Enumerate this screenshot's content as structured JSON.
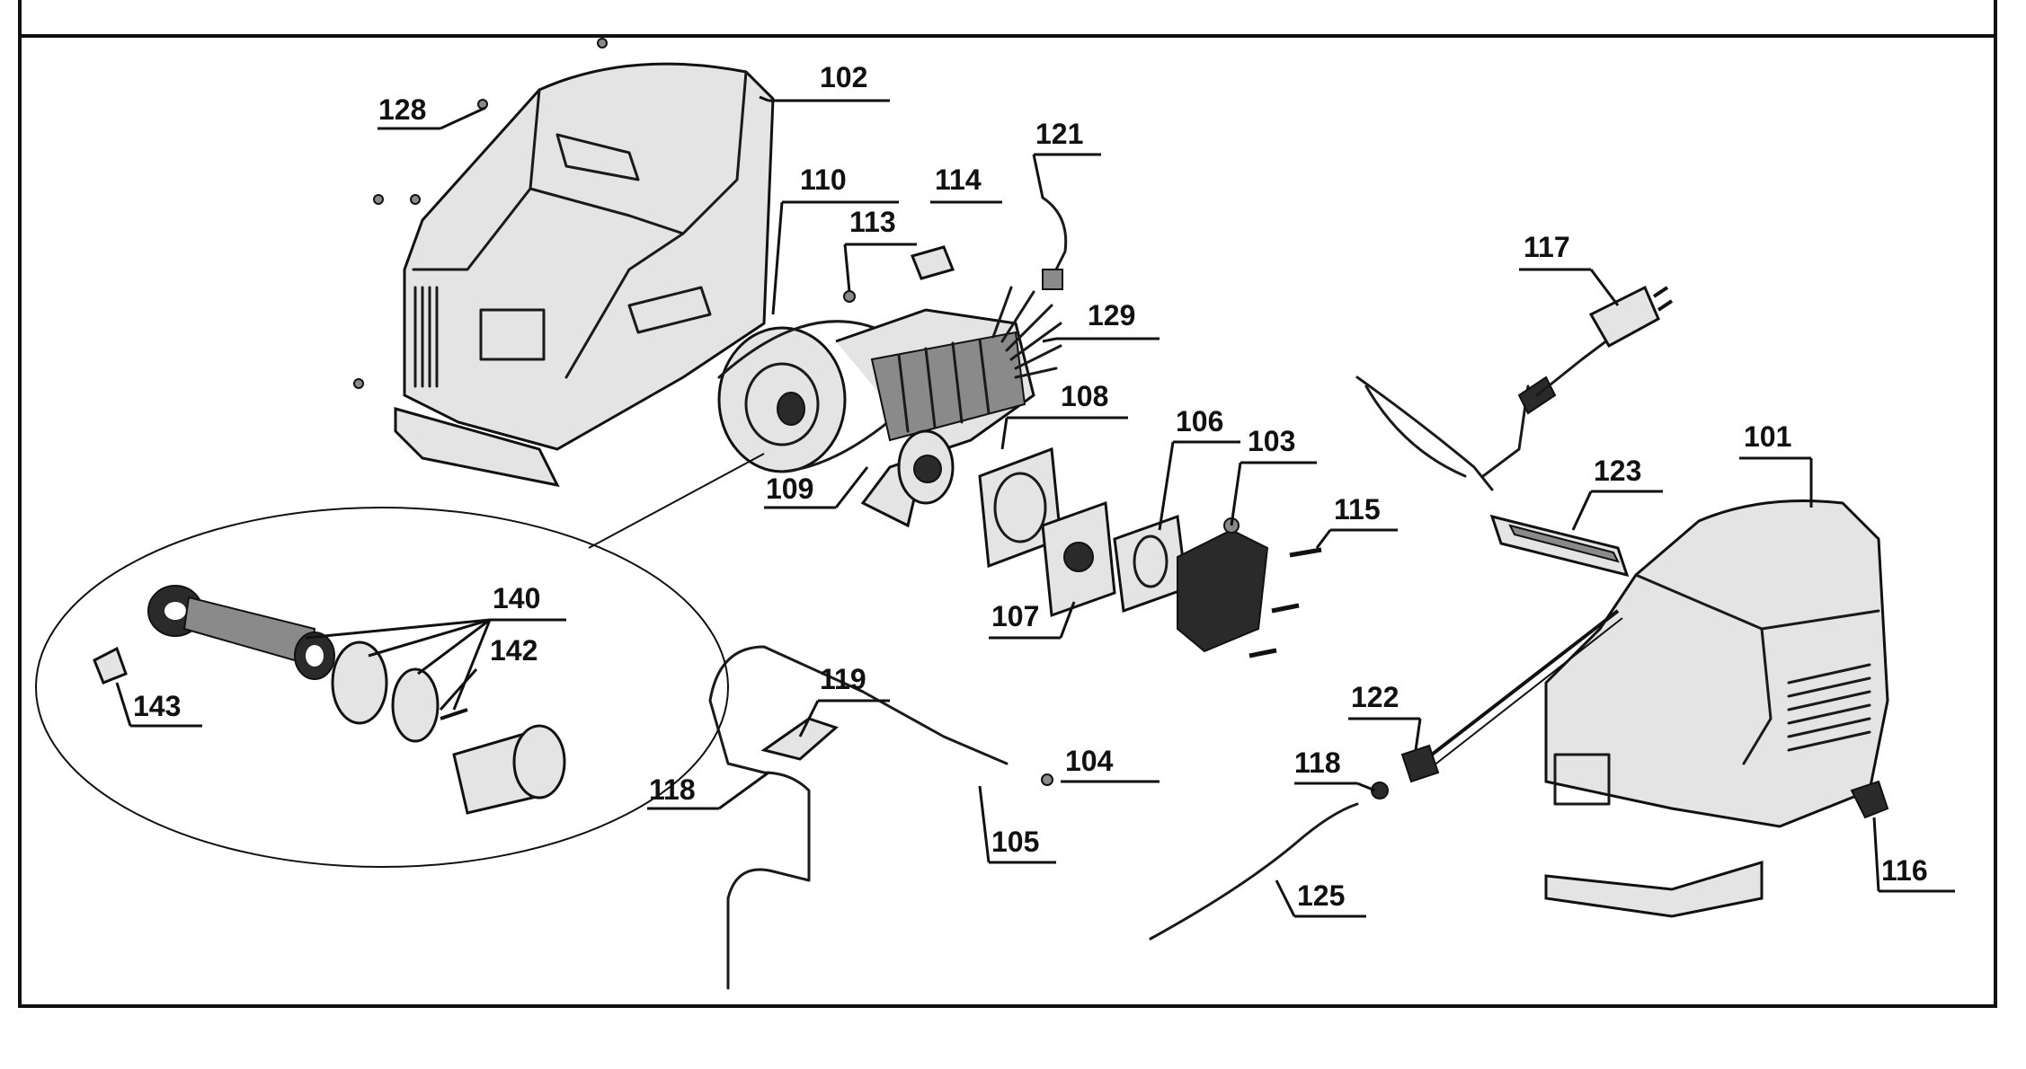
{
  "diagram": {
    "labels": [
      {
        "id": "102",
        "text": "102"
      },
      {
        "id": "128",
        "text": "128"
      },
      {
        "id": "110",
        "text": "110"
      },
      {
        "id": "114",
        "text": "114"
      },
      {
        "id": "121",
        "text": "121"
      },
      {
        "id": "113",
        "text": "113"
      },
      {
        "id": "117",
        "text": "117"
      },
      {
        "id": "129",
        "text": "129"
      },
      {
        "id": "108",
        "text": "108"
      },
      {
        "id": "106",
        "text": "106"
      },
      {
        "id": "103",
        "text": "103"
      },
      {
        "id": "101",
        "text": "101"
      },
      {
        "id": "109",
        "text": "109"
      },
      {
        "id": "115",
        "text": "115"
      },
      {
        "id": "123",
        "text": "123"
      },
      {
        "id": "140",
        "text": "140"
      },
      {
        "id": "142",
        "text": "142"
      },
      {
        "id": "143",
        "text": "143"
      },
      {
        "id": "107",
        "text": "107"
      },
      {
        "id": "119",
        "text": "119"
      },
      {
        "id": "122",
        "text": "122"
      },
      {
        "id": "118a",
        "text": "118"
      },
      {
        "id": "104",
        "text": "104"
      },
      {
        "id": "118b",
        "text": "118"
      },
      {
        "id": "105",
        "text": "105"
      },
      {
        "id": "116",
        "text": "116"
      },
      {
        "id": "125",
        "text": "125"
      }
    ]
  }
}
